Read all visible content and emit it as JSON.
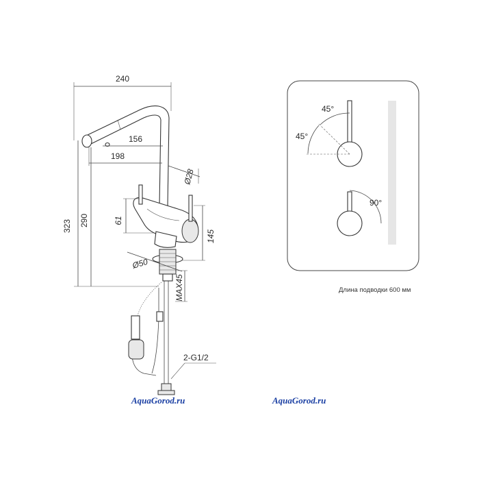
{
  "drawing": {
    "dimensions": {
      "width_total": "240",
      "spout_reach": "156",
      "base_reach": "198",
      "height_total": "323",
      "height_spout": "290",
      "spout_diameter": "Ø28",
      "handle_height": "61",
      "body_height": "145",
      "base_diameter": "Ø50",
      "counter_max": "MAX45",
      "connection": "2-G1/2"
    }
  },
  "handle_panel": {
    "angle_top_1": "45°",
    "angle_top_2": "45°",
    "angle_bottom": "90°",
    "caption": "Длина подводки 600 мм"
  },
  "watermarks": {
    "left": "AquaGorod.ru",
    "right": "AquaGorod.ru"
  },
  "colors": {
    "line": "#444444",
    "watermark": "#1a3fa3"
  }
}
